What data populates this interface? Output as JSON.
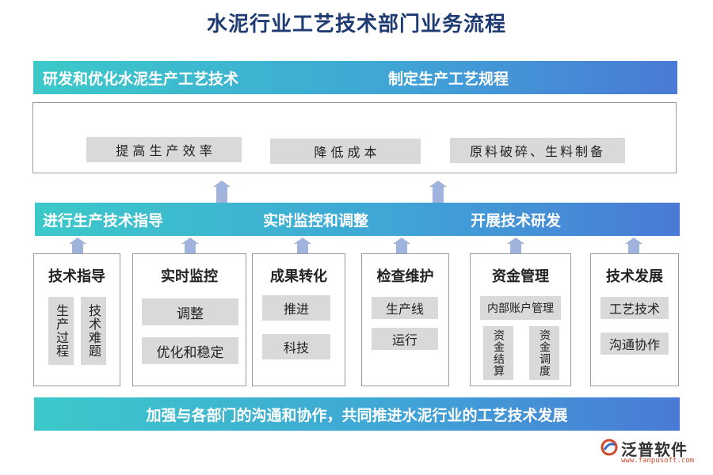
{
  "title": "水泥行业工艺技术部门业务流程",
  "top_band": {
    "left": "研发和优化水泥生产工艺技术",
    "right": "制定生产工艺规程"
  },
  "goals": [
    "提 高 生 产 效 率",
    "降 低 成 本",
    "原料破碎、生料制备"
  ],
  "middle_band": {
    "left": "进行生产技术指导",
    "center": "实时监控和调整",
    "right": "开展技术研发"
  },
  "boxes": [
    {
      "title": "技术指导",
      "items": [
        "生产过程",
        "技术难题"
      ]
    },
    {
      "title": "实时监控",
      "items": [
        "调整",
        "优化和稳定"
      ]
    },
    {
      "title": "成果转化",
      "items": [
        "推进",
        "科技"
      ]
    },
    {
      "title": "检查维护",
      "items": [
        "生产线",
        "运行"
      ]
    },
    {
      "title": "资金管理",
      "items": [
        "内部账户管理",
        "资金结算",
        "资金调度"
      ]
    },
    {
      "title": "技术发展",
      "items": [
        "工艺技术",
        "沟通协作"
      ]
    }
  ],
  "bottom_band": "加强与各部门的沟通和协作，共同推进水泥行业的工艺技术发展",
  "logo": {
    "name": "泛普软件",
    "url": "www.fanpusoft.com"
  },
  "colors": {
    "title": "#1f3b73",
    "band_start": "#3cc9c9",
    "band_end": "#4a7ad6",
    "arrow": "#9fb3dd",
    "cell": "#d9d9d9",
    "logo_accent": "#d24a2e"
  }
}
